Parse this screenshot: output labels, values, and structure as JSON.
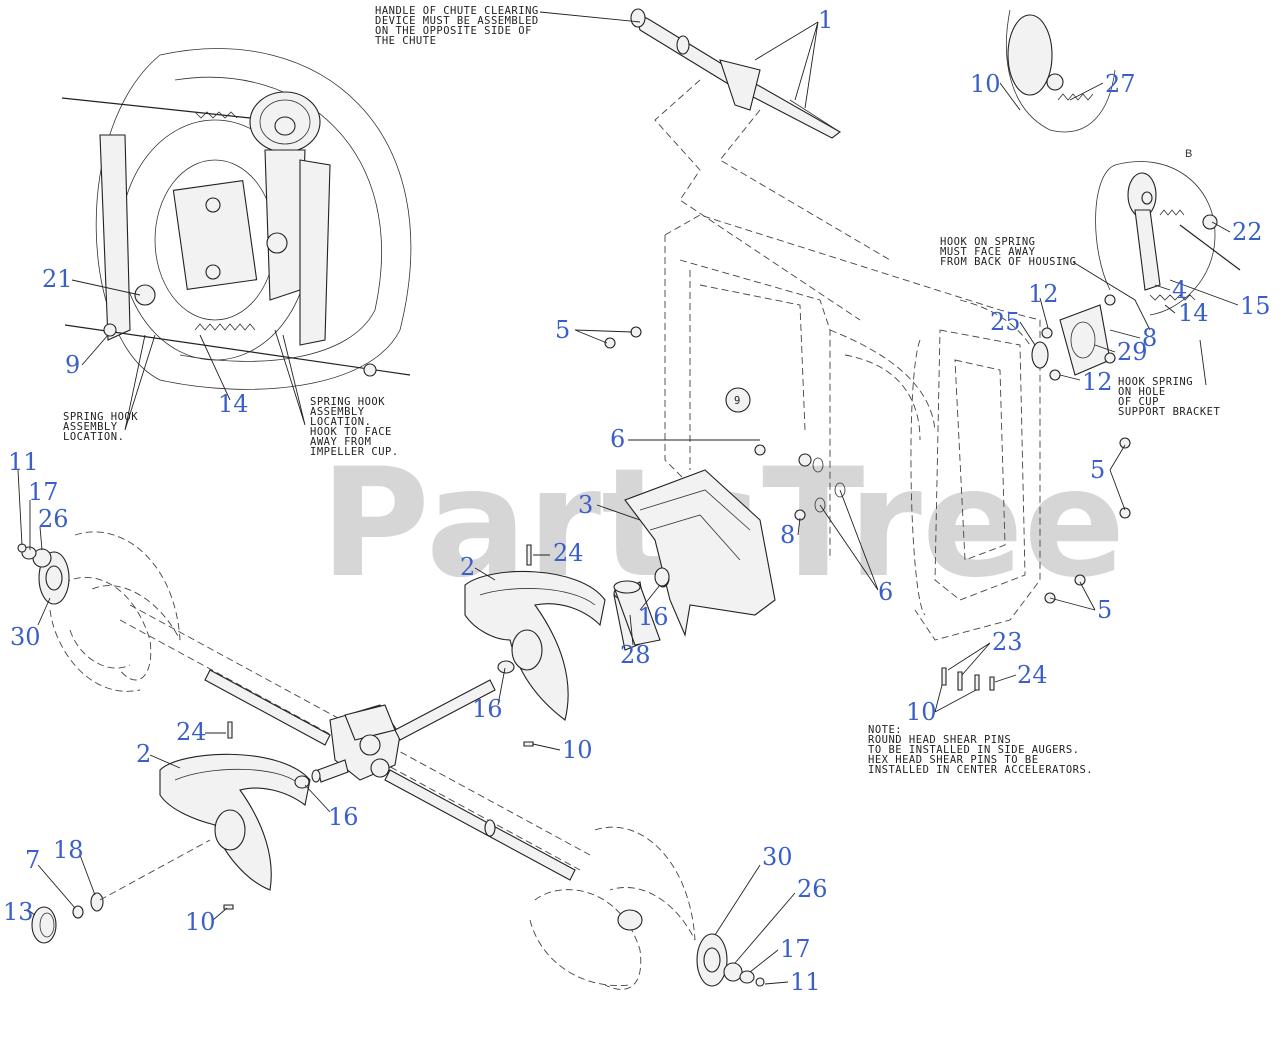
{
  "watermark": "PartsTree",
  "detail_label": "B",
  "notes": {
    "chute_handle": [
      "HANDLE OF CHUTE CLEARING",
      "DEVICE MUST BE ASSEMBLED",
      "ON THE OPPOSITE SIDE OF",
      "THE CHUTE"
    ],
    "hook_on_spring": [
      "HOOK ON SPRING",
      "MUST FACE AWAY",
      "FROM BACK OF HOUSING"
    ],
    "hook_spring_cup": [
      "HOOK SPRING",
      "ON HOLE",
      "OF CUP",
      "SUPPORT BRACKET"
    ],
    "spring_hook_left": [
      "SPRING HOOK",
      "ASSEMBLY",
      "LOCATION."
    ],
    "spring_hook_right": [
      "SPRING HOOK",
      "ASSEMBLY",
      "LOCATION.",
      "HOOK TO FACE",
      "AWAY FROM",
      "IMPELLER CUP."
    ],
    "shear_pins": [
      "NOTE:",
      "ROUND HEAD SHEAR PINS",
      "TO BE INSTALLED IN SIDE AUGERS.",
      "HEX HEAD SHEAR PINS TO BE",
      "INSTALLED IN CENTER ACCELERATORS."
    ]
  },
  "callouts": {
    "c1": "1",
    "c2a": "2",
    "c2b": "2",
    "c3": "3",
    "c4": "4",
    "c5a": "5",
    "c5b": "5",
    "c5c": "5",
    "c6a": "6",
    "c6b": "6",
    "c7": "7",
    "c8a": "8",
    "c8b": "8",
    "c9": "9",
    "c10a": "10",
    "c10b": "10",
    "c10c": "10",
    "c10d": "10",
    "c11a": "11",
    "c11b": "11",
    "c12a": "12",
    "c12b": "12",
    "c13": "13",
    "c14a": "14",
    "c14b": "14",
    "c15": "15",
    "c16a": "16",
    "c16b": "16",
    "c16c": "16",
    "c17a": "17",
    "c17b": "17",
    "c18": "18",
    "c21": "21",
    "c22": "22",
    "c23": "23",
    "c24a": "24",
    "c24b": "24",
    "c24c": "24",
    "c25": "25",
    "c26a": "26",
    "c26b": "26",
    "c27": "27",
    "c28": "28",
    "c29": "29",
    "c30a": "30",
    "c30b": "30"
  },
  "colors": {
    "callout": "#3a5fc8",
    "line": "#222222",
    "watermark": "#c9c9c9"
  }
}
